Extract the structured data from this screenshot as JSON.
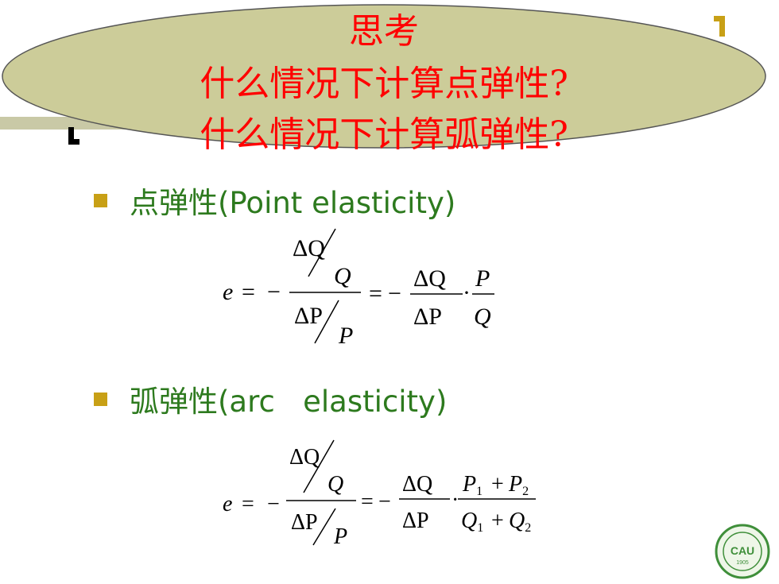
{
  "think_box": {
    "title": "思考",
    "q1": "什么情况下计算点弹性?",
    "q2": "什么情况下计算弧弹性?"
  },
  "point_elasticity": {
    "label": "点弹性(Point elasticity)",
    "formula": {
      "e": "e",
      "eq": "=",
      "minus": "−",
      "dQ": "ΔQ",
      "Q": "Q",
      "dP": "ΔP",
      "P": "P",
      "dot": "·"
    }
  },
  "arc_elasticity": {
    "label": "弧弹性(arc   elasticity)",
    "formula": {
      "e": "e",
      "eq": "=",
      "minus": "−",
      "dQ": "ΔQ",
      "Q": "Q",
      "dP": "ΔP",
      "P": "P",
      "dot": "·",
      "plus": "+",
      "P1": "P",
      "P2": "P",
      "Q1": "Q",
      "Q2": "Q",
      "sub1": "1",
      "sub2": "2"
    }
  },
  "seal": {
    "text": "CAU",
    "year": "1905"
  },
  "colors": {
    "ellipse_fill": "#cccc99",
    "think_text": "#ff0000",
    "bullet": "#c8a016",
    "bullet_text": "#2d7a1e",
    "seal": "#3f8f3a"
  }
}
